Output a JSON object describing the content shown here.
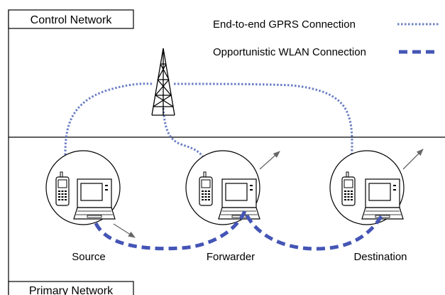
{
  "panels": {
    "top_label": "Control Network",
    "bottom_label": "Primary Network"
  },
  "legend": {
    "gprs": {
      "label": "End-to-end GPRS Connection",
      "style": "dotted",
      "color": "#6b7fc4"
    },
    "wlan": {
      "label": "Opportunistic WLAN Connection",
      "style": "dashed",
      "color": "#4455b5"
    }
  },
  "nodes": [
    {
      "id": "source",
      "label": "Source"
    },
    {
      "id": "forwarder",
      "label": "Forwarder"
    },
    {
      "id": "destination",
      "label": "Destination"
    }
  ],
  "icons": [
    "cell-tower-icon",
    "mobile-phone-icon",
    "laptop-icon",
    "movement-arrow-icon"
  ]
}
